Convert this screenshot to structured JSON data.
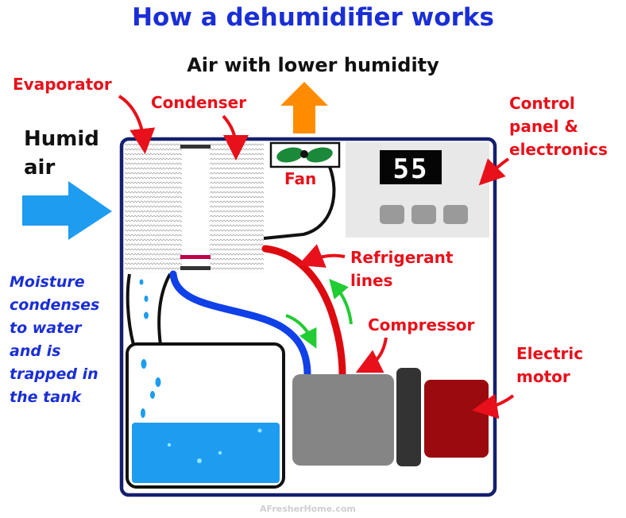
{
  "title": "How a dehumidifier works",
  "outlet_label": "Air with lower humidity",
  "inlet_label_line1": "Humid",
  "inlet_label_line2": "air",
  "labels": {
    "evaporator": "Evaporator",
    "condenser": "Condenser",
    "fan": "Fan",
    "control_line1": "Control",
    "control_line2": "panel &",
    "control_line3": "electronics",
    "refrigerant_line1": "Refrigerant",
    "refrigerant_line2": "lines",
    "compressor": "Compressor",
    "motor_line1": "Electric",
    "motor_line2": "motor"
  },
  "moisture_note": [
    "Moisture",
    "condenses",
    "to water",
    "and is",
    "trapped in",
    "the tank"
  ],
  "display_value": "55",
  "watermark": "AFresherHome.com",
  "colors": {
    "title": "#1a2ed6",
    "label_red": "#e8101a",
    "note_blue": "#1a2ed6",
    "air_arrow": "#1e9cf0",
    "outlet_arrow": "#ff8c00",
    "housing_border": "#14206e",
    "refrigerant_hot": "#dd0a10",
    "refrigerant_cold": "#1040e8",
    "flow_arrow": "#22cc33",
    "compressor": "#858585",
    "motor": "#9a0a0e",
    "water": "#1e9cf0",
    "fan_blade": "#1a8a3a"
  },
  "icons": [
    "fan-icon",
    "seven-segment-display",
    "water-droplet-icon"
  ]
}
